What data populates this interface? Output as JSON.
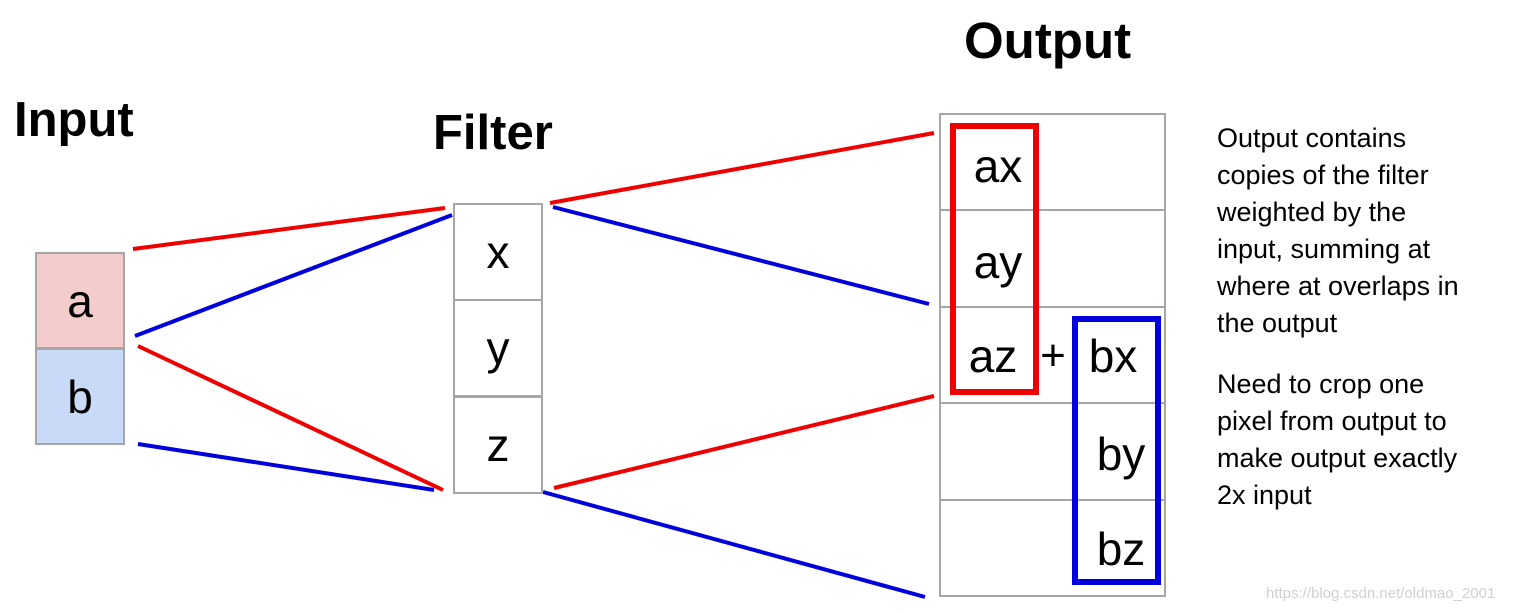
{
  "titles": {
    "input": "Input",
    "filter": "Filter",
    "output": "Output"
  },
  "input_cells": [
    "a",
    "b"
  ],
  "filter_cells": [
    "x",
    "y",
    "z"
  ],
  "output_terms": {
    "ax": "ax",
    "ay": "ay",
    "az": "az",
    "plus": "+",
    "bx": "bx",
    "by": "by",
    "bz": "bz"
  },
  "note": {
    "line1": "Output contains",
    "line2": "copies of the filter",
    "line3": "weighted by the",
    "line4": "input, summing at",
    "line5": "where at overlaps in",
    "line6": "the output",
    "line7": "Need to crop one",
    "line8": "pixel from output to",
    "line9": "make output exactly",
    "line10": "2x input"
  },
  "watermark": "https://blog.csdn.net/oldmao_2001",
  "colors": {
    "red": "#ee0000",
    "blue": "#0000dd",
    "cell_a": "#f4cccc",
    "cell_b": "#c9daf8",
    "grid": "#a6a6a6"
  }
}
